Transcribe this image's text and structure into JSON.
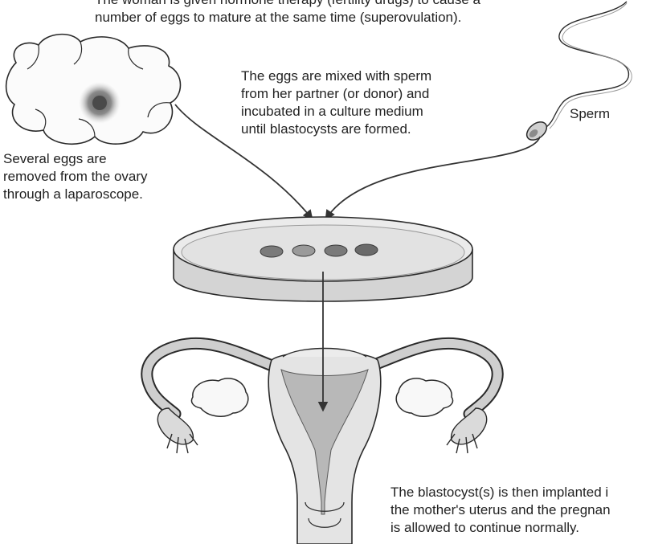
{
  "top_caption": {
    "line1": "The woman is given hormone therapy (fertility drugs) to cause a",
    "line2": "number of eggs to mature at the same time (superovulation)."
  },
  "mixing_caption": {
    "line1": "The eggs are mixed with sperm",
    "line2": "from her partner (or donor) and",
    "line3": "incubated in a culture medium",
    "line4": "until blastocysts are formed."
  },
  "sperm_label": "Sperm",
  "eggs_caption": {
    "line1": "Several eggs are",
    "line2": "removed from the ovary",
    "line3": "through a laparoscope."
  },
  "implant_caption": {
    "line1": "The blastocyst(s) is then implanted i",
    "line2": "the mother's uterus and the pregnan",
    "line3": "is allowed to continue normally."
  },
  "colors": {
    "ink": "#2a2a2a",
    "dish_fill": "#e6e6e6",
    "dish_rim": "#cfcfcf",
    "uterus_fill": "#dedede",
    "uterus_dark": "#b8b8b8",
    "egg": "#7a7a7a",
    "arrow": "#3a3a3a"
  },
  "icons": {
    "ovary": "ovary-icon",
    "sperm": "sperm-icon",
    "petri_dish": "petri-dish-icon",
    "uterus": "uterus-icon"
  }
}
